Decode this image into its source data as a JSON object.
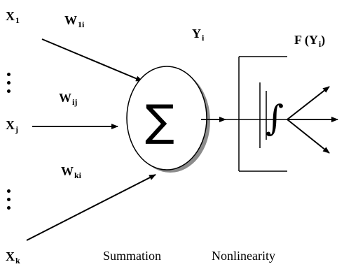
{
  "inputs": {
    "x1": {
      "base": "X",
      "sub": "1"
    },
    "xj": {
      "base": "X",
      "sub": "j"
    },
    "xk": {
      "base": "X",
      "sub": "k"
    }
  },
  "weights": {
    "w1i": {
      "base": "W",
      "sub": "1i"
    },
    "wij": {
      "base": "W",
      "sub": "ij"
    },
    "wki": {
      "base": "W",
      "sub": "ki"
    }
  },
  "node": {
    "symbol": "∑",
    "output": {
      "base": "Y",
      "sub": "i"
    }
  },
  "activation": {
    "symbol": "∫",
    "output": {
      "base": "F (Y",
      "sub": "i",
      "tail": ")"
    }
  },
  "captions": {
    "summation": "Summation",
    "nonlinearity": "Nonlinearity"
  },
  "colors": {
    "stroke": "#000000",
    "shadow": "#8c8c8c",
    "background": "#ffffff"
  }
}
